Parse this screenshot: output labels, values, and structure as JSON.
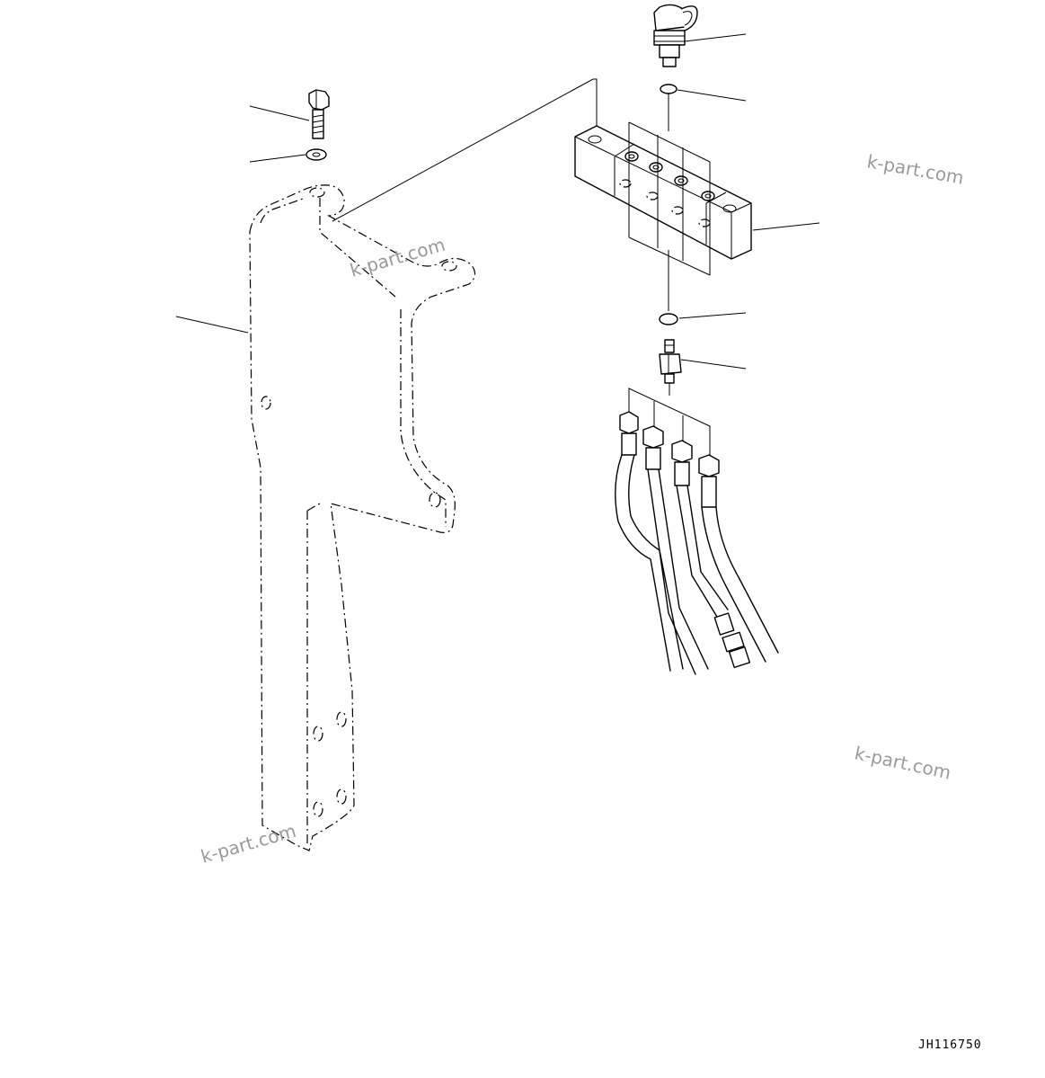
{
  "diagram": {
    "drawing_code": "JH116750",
    "watermarks": [
      "k-part.com",
      "k-part.com",
      "k-part.com",
      "k-part.com"
    ]
  }
}
